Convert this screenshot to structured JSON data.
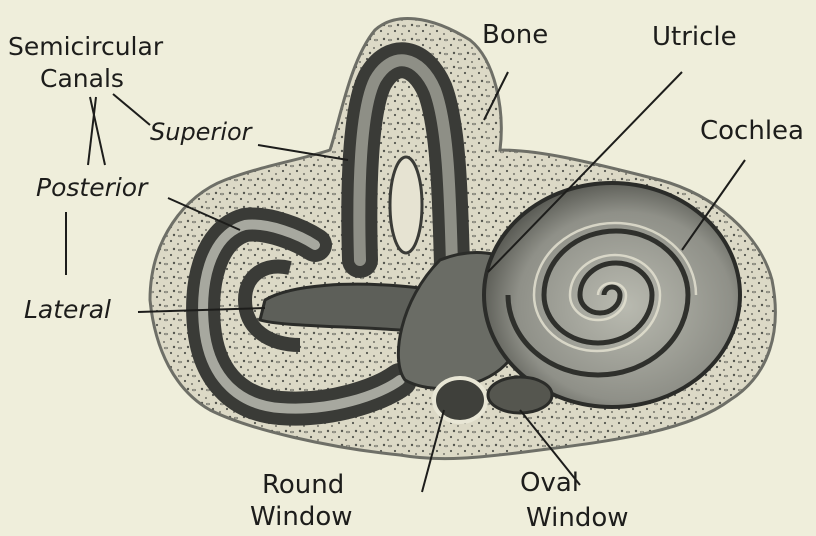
{
  "labels": {
    "semicircular": "Semicircular",
    "canals": "Canals",
    "superior": "Superior",
    "posterior": "Posterior",
    "lateral": "Lateral",
    "bone": "Bone",
    "utricle": "Utricle",
    "cochlea": "Cochlea",
    "round": "Round",
    "round_window": "Window",
    "oval": "Oval",
    "oval_window": "Window"
  },
  "colors": {
    "paper": "#efeedb",
    "ink": "#1d1d1b",
    "bone_fill": "#d9d6c4",
    "canal_dark": "#3a3b37",
    "canal_mid": "#5d5f59",
    "canal_light": "#a7a89f"
  }
}
